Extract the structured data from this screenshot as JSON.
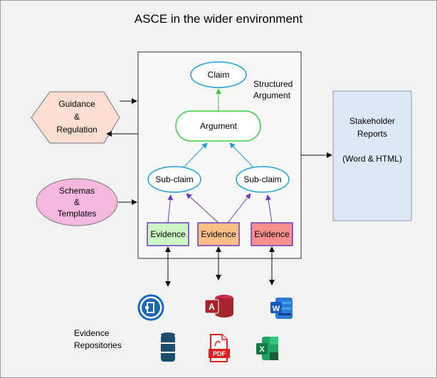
{
  "title": "ASCE in the wider environment",
  "structured_argument_label": [
    "Structured",
    "Argument"
  ],
  "nodes": {
    "claim": "Claim",
    "argument": "Argument",
    "subclaim_left": "Sub-claim",
    "subclaim_right": "Sub-claim",
    "evidence_green": "Evidence",
    "evidence_orange": "Evidence",
    "evidence_red": "Evidence"
  },
  "guidance": [
    "Guidance",
    "&",
    "Regulation"
  ],
  "schemas": [
    "Schemas",
    "&",
    "Templates"
  ],
  "stakeholder": [
    "Stakeholder",
    "Reports",
    "(Word & HTML)"
  ],
  "evidence_repositories": [
    "Evidence",
    "Repositories"
  ],
  "icons": {
    "onedrive": "file-share-icon",
    "access": "access-icon",
    "word": "word-icon",
    "database": "database-icon",
    "pdf": "pdf-icon",
    "excel": "excel-icon",
    "pdf_label": "PDF",
    "access_letter": "A",
    "word_letter": "W",
    "excel_letter": "X"
  },
  "colors": {
    "claim_stroke": "#1fa0dc",
    "argument_stroke": "#3ccb46",
    "evidence_green": "#cdf5c3",
    "evidence_orange": "#fcbf88",
    "evidence_red": "#f7908c",
    "stakeholder_fill": "#dce8f5",
    "guidance_fill": "#fbded0",
    "schemas_fill": "#f5b8dc"
  }
}
